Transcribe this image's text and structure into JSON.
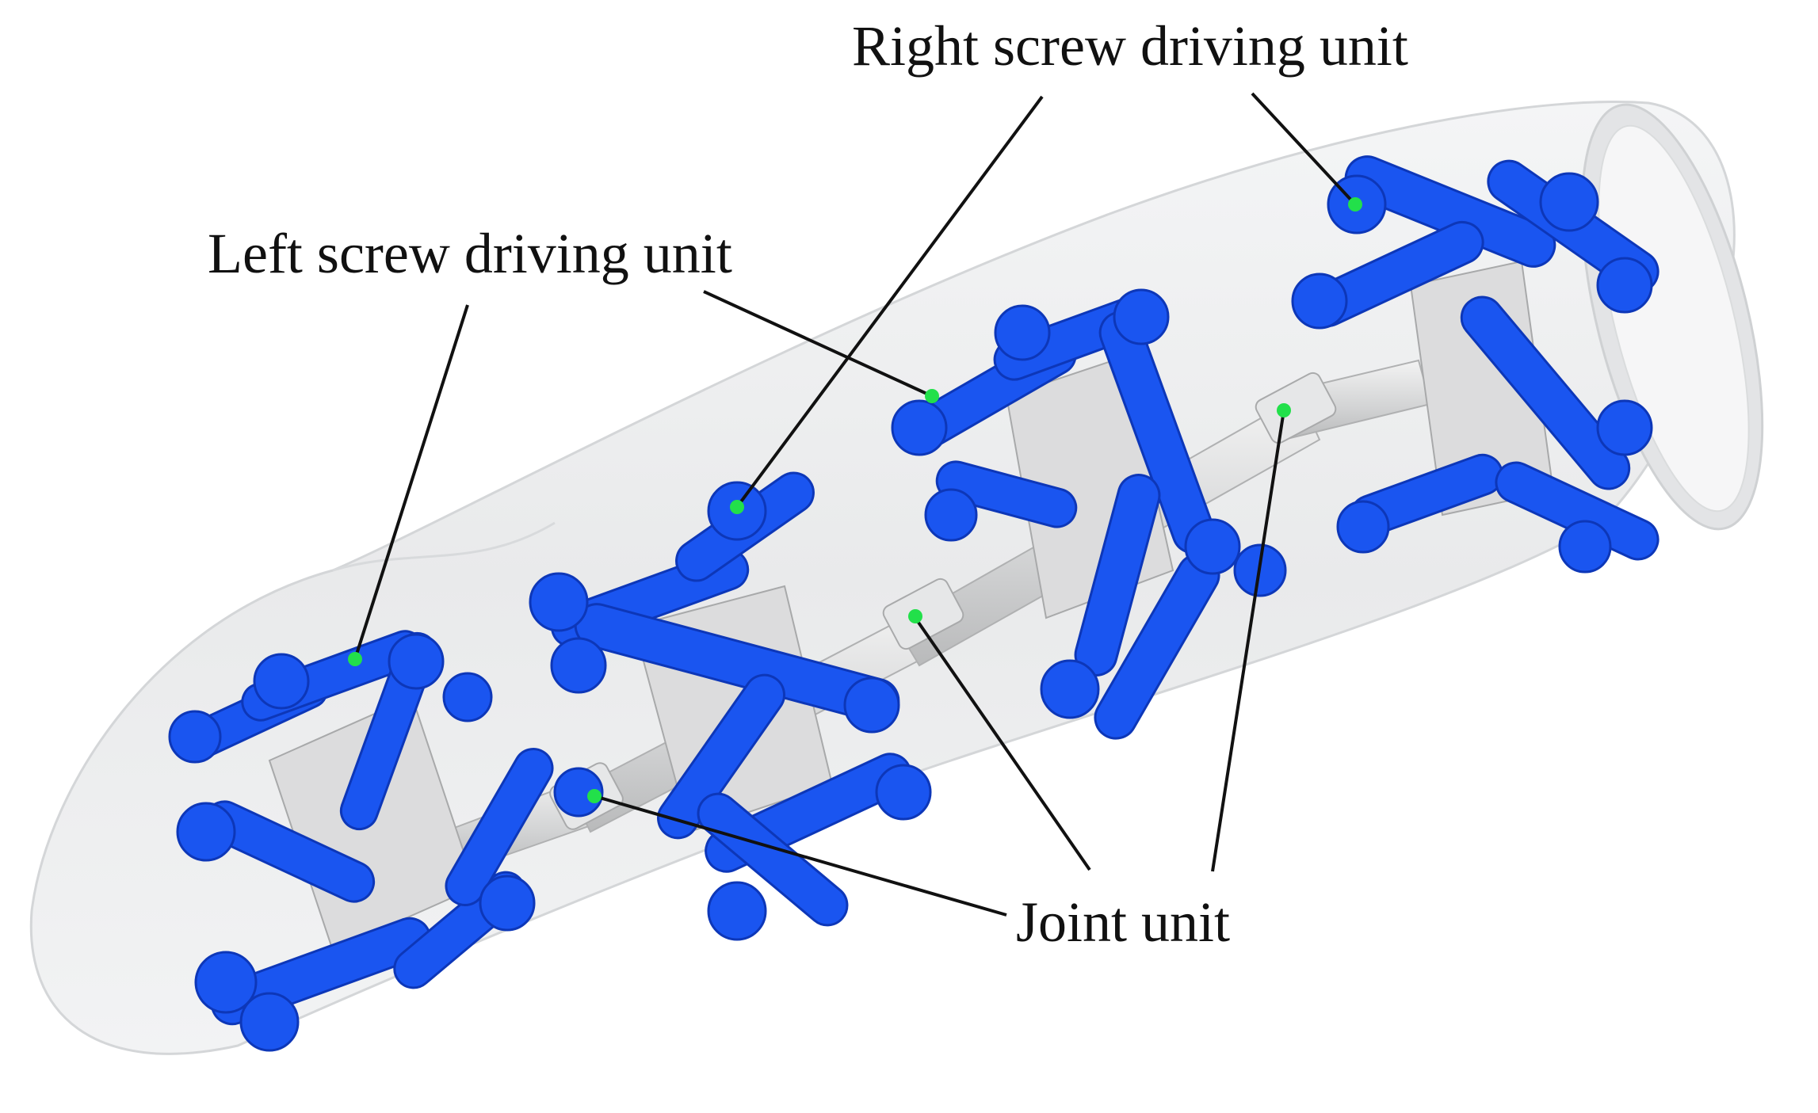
{
  "labels": {
    "right_unit": "Right screw driving unit",
    "left_unit": "Left screw driving unit",
    "joint_unit": "Joint unit"
  },
  "colors": {
    "pipe_fill": "#eeeff0",
    "pipe_edge": "#d6d8da",
    "wheel_blue": "#1a55f0",
    "wheel_dark": "#0d37b8",
    "body_gray": "#d9dadb",
    "marker_green": "#22e04a",
    "leader_line": "#111111"
  },
  "icons": {
    "marker": "green-dot",
    "wheel": "blue-roller-link"
  }
}
